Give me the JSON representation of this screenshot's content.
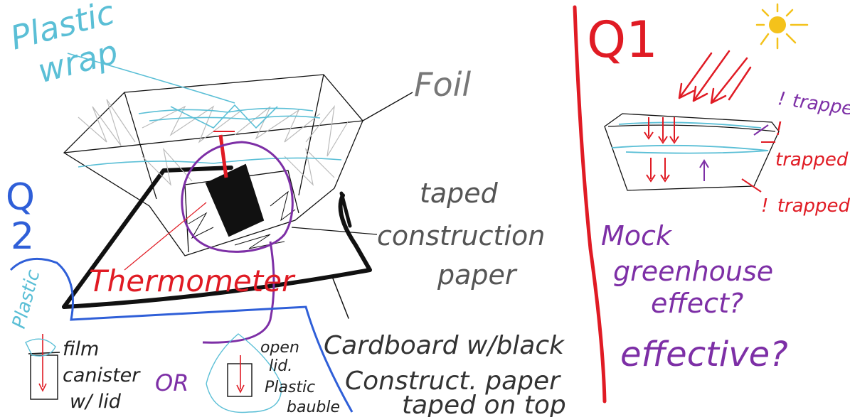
{
  "labels": {
    "plastic_wrap": [
      "Plastic",
      "wrap"
    ],
    "foil": "Foil",
    "thermometer": "Thermometer",
    "taped_construction_paper": [
      "taped",
      "construction",
      "paper"
    ],
    "cardboard": [
      "Cardboard w/black",
      "Construct. paper",
      "taped on top"
    ],
    "q1": "Q1",
    "q2": [
      "Q",
      "2"
    ],
    "plastic": "Plastic",
    "film_canister": [
      "film",
      "canister",
      "w/ lid"
    ],
    "or": "OR",
    "open_lid": [
      "open",
      "lid.",
      "Plastic",
      "bauble"
    ],
    "trapped": [
      "trapped",
      "trapped",
      "trapped"
    ],
    "trapped_marks": [
      "!",
      "!",
      "!"
    ],
    "mock_greenhouse": [
      "Mock",
      "greenhouse",
      "effect?"
    ],
    "effective": "effective?"
  },
  "colors": {
    "light_blue": "#5bbfd6",
    "red": "#e01b24",
    "purple": "#7d2fa6",
    "blue": "#2f5fd8",
    "black": "#111111",
    "gray": "#777777",
    "sun_orange": "#f4c21b",
    "sun_dark": "#e8a10f"
  }
}
